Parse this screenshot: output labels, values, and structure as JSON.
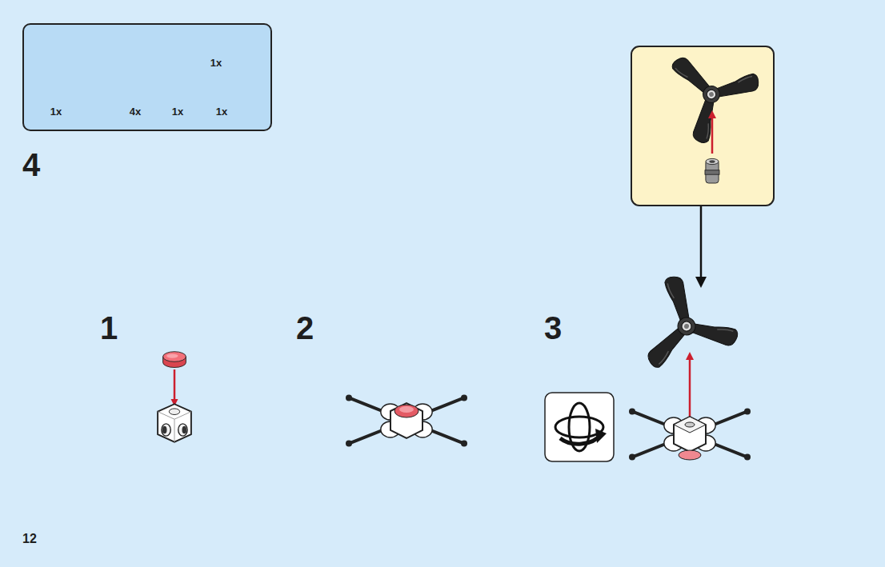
{
  "diagram": {
    "nodes": [
      {
        "text": [
          "1x",
          "1x",
          "4x",
          "1x",
          "1x"
        ]
      }
    ],
    "labels": [
      "4",
      "1",
      "2",
      "3",
      "12"
    ]
  }
}
